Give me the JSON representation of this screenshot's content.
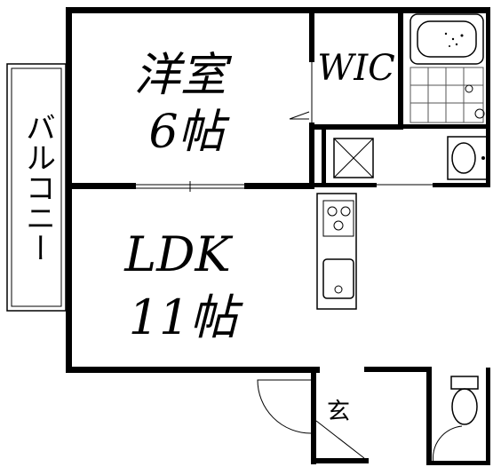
{
  "rooms": {
    "western": {
      "name": "洋室",
      "size": "6帖"
    },
    "wic": {
      "name": "WIC"
    },
    "ldk": {
      "name": "LDK",
      "size": "11帖"
    },
    "entrance": {
      "name": "玄"
    },
    "balcony": {
      "name": "バルコニー"
    }
  },
  "colors": {
    "wall": "#000000",
    "background": "#ffffff",
    "tile_line": "#555555"
  }
}
